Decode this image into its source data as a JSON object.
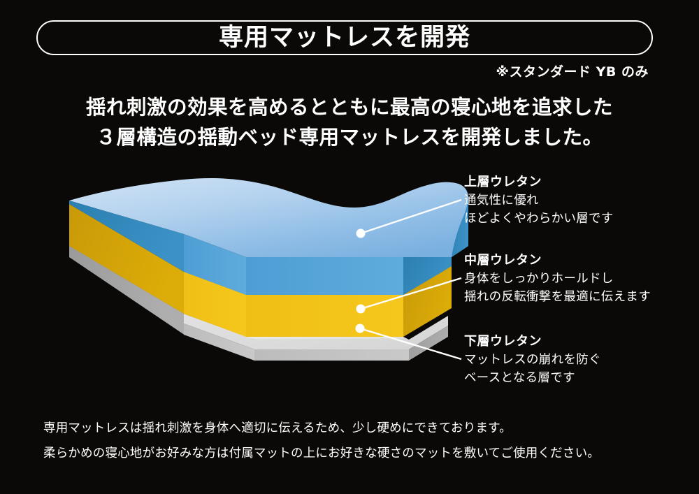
{
  "page": {
    "background_color": "#0b0907",
    "text_color": "#ffffff"
  },
  "header": {
    "title": "専用マットレスを開発",
    "note": "※スタンダード YB のみ"
  },
  "headline": {
    "line1": "揺れ刺激の効果を高めるとともに最高の寝心地を追求した",
    "line2": "３層構造の揺動ベッド専用マットレスを開発しました。"
  },
  "callouts": [
    {
      "id": "upper",
      "title": "上層ウレタン",
      "line1": "通気性に優れ",
      "line2": "ほどよくやわらかい層です",
      "layer_color_top": "#b5d2ee",
      "layer_color_side": "#2a85b8"
    },
    {
      "id": "middle",
      "title": "中層ウレタン",
      "line1": "身体をしっかりホールドし",
      "line2": "揺れの反転衝撃を最適に伝えます",
      "layer_color_top": "#f7d060",
      "layer_color_side": "#d4a106"
    },
    {
      "id": "lower",
      "title": "下層ウレタン",
      "line1": "マットレスの崩れを防ぐ",
      "line2": "ベースとなる層です",
      "layer_color_top": "#dcdcdc",
      "layer_color_side": "#a8a8a8"
    }
  ],
  "footer": {
    "line1": "専用マットレスは揺れ刺激を身体へ適切に伝えるため、少し硬めにできております。",
    "line2": "柔らかめの寝心地がお好みな方は付属マットの上にお好きな硬さのマットを敷いてご使用ください。"
  },
  "illustration": {
    "name": "three-layer-mattress-diagram",
    "colors": {
      "upper_top_light": "#c4dcf2",
      "upper_top_mid": "#9cc4e8",
      "upper_top_dark": "#74aedd",
      "upper_side_left": "#2a7fb2",
      "upper_side_front": "#4d9fd6",
      "middle_top": "#f7d066",
      "middle_side_left": "#c9990a",
      "middle_side_front": "#f2c118",
      "lower_top": "#e2e2e2",
      "lower_side_left": "#9d9d9d",
      "lower_side_front": "#bdbdbd",
      "leader_line": "#ffffff"
    }
  }
}
